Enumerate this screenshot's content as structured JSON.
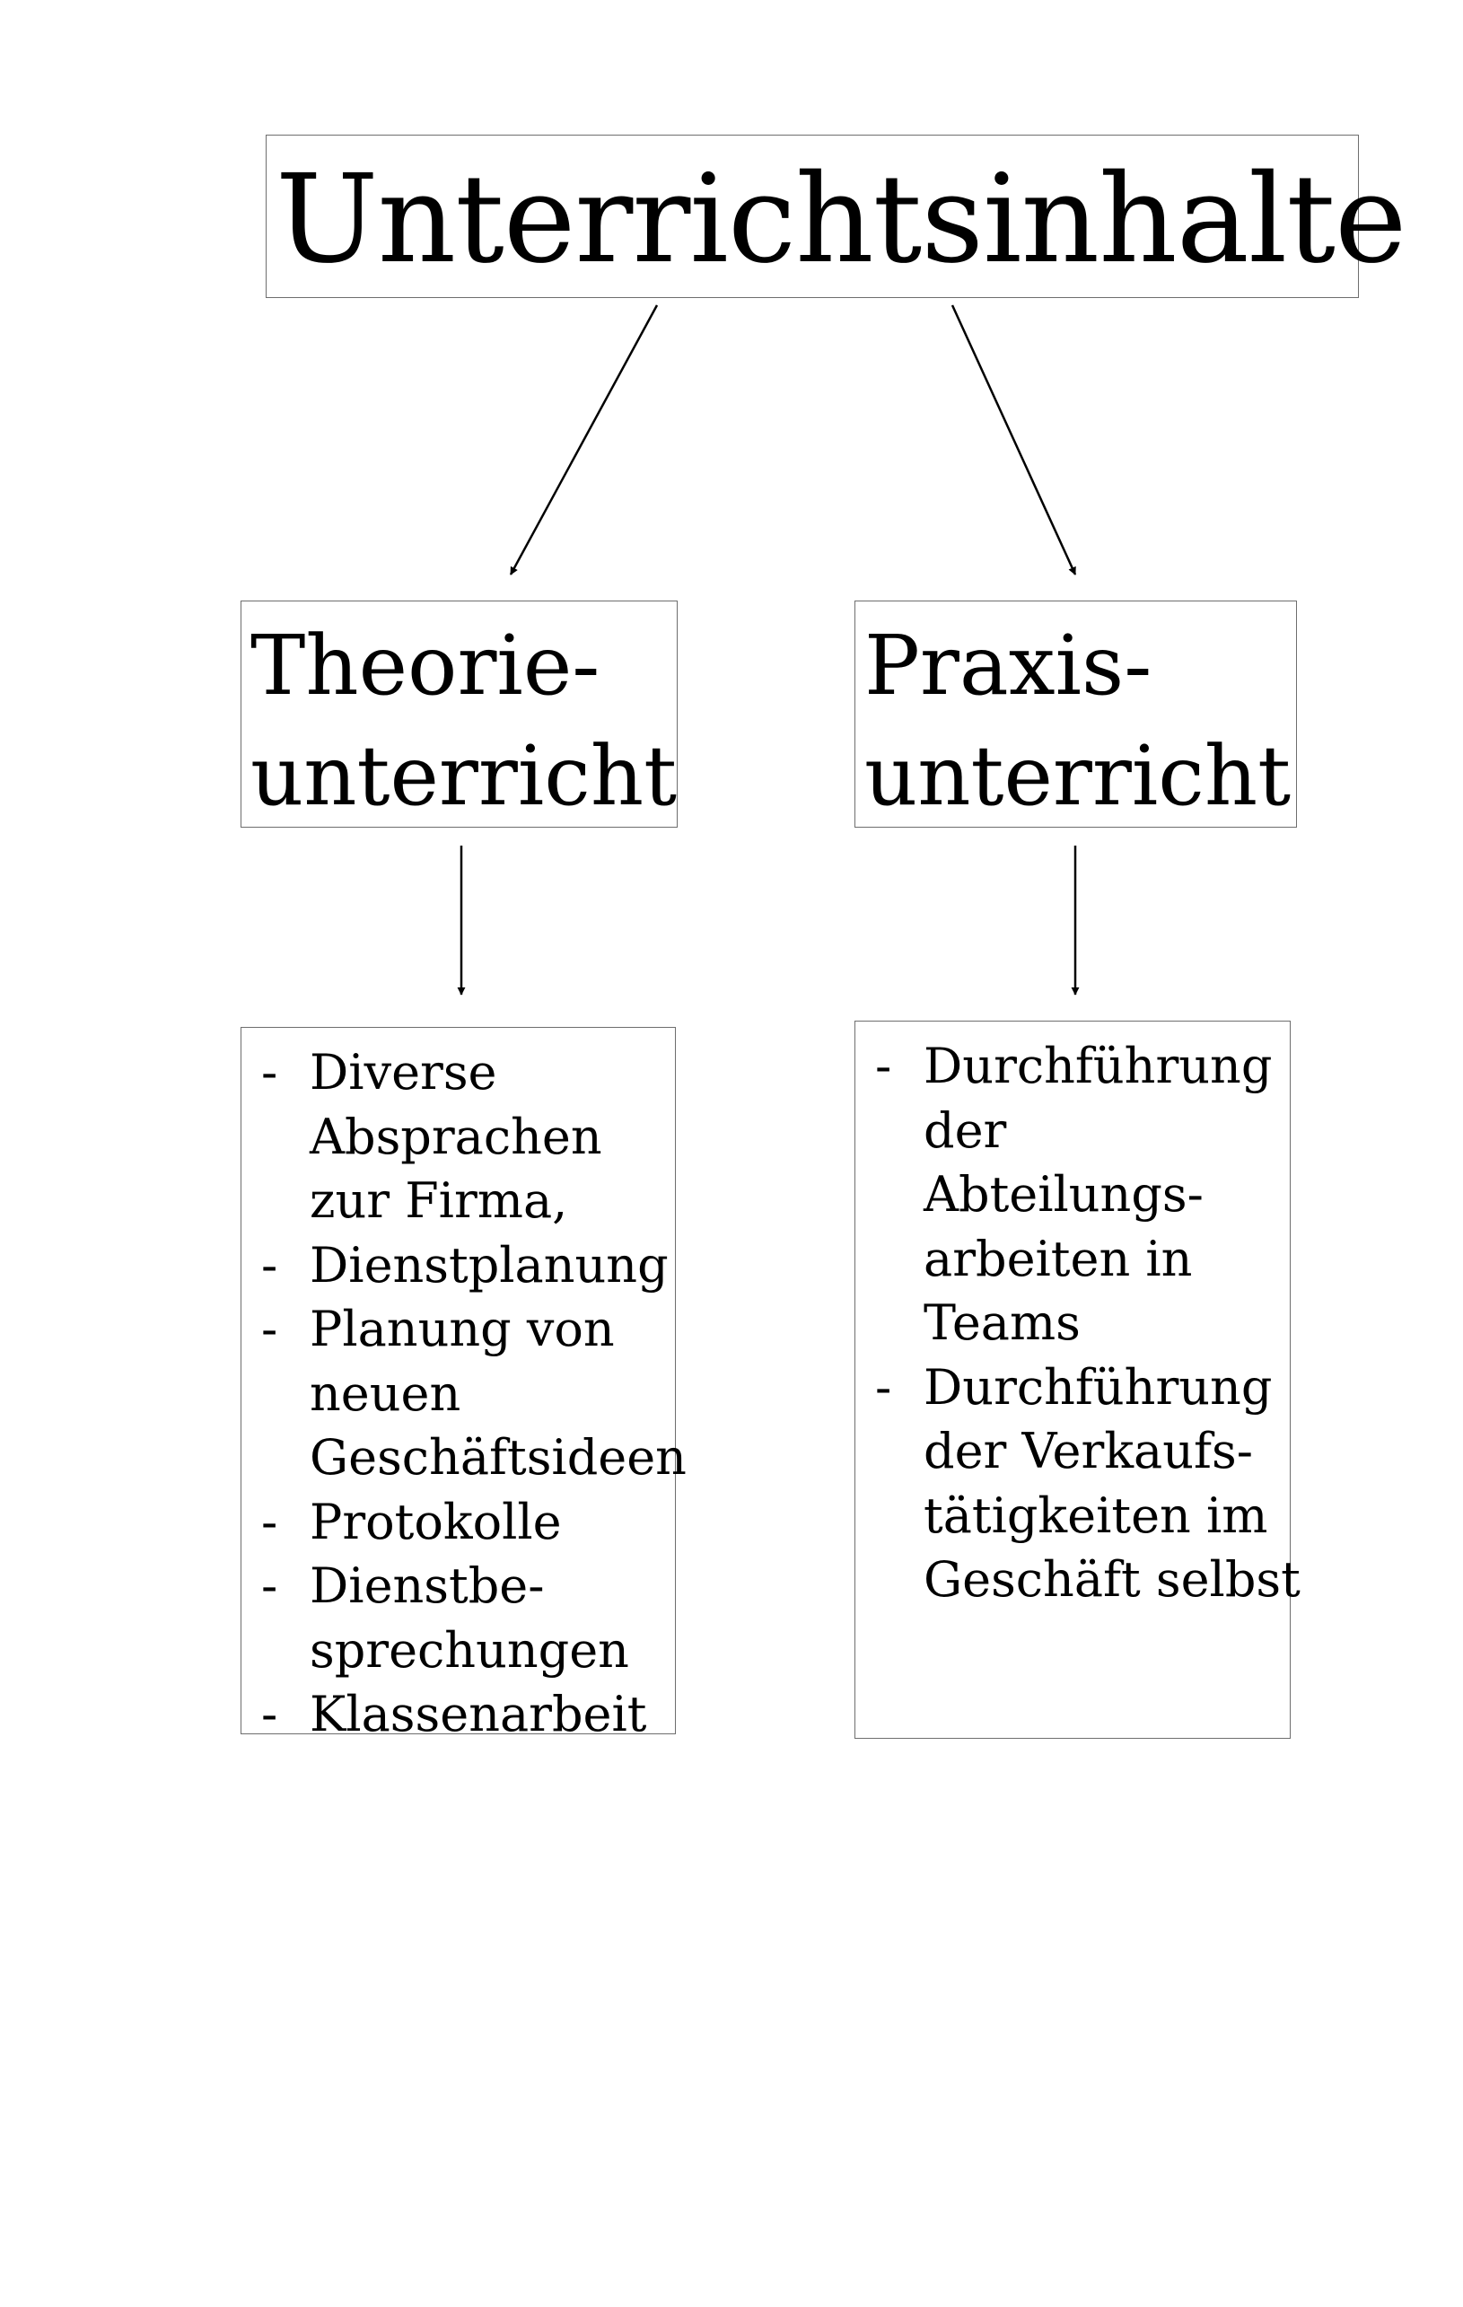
{
  "title": "Unterrichtsinhalte",
  "columns": [
    {
      "heading_lines": [
        "Theorie-",
        "unterricht"
      ],
      "items": [
        {
          "bullet": "-",
          "lines": [
            "Diverse",
            "Absprachen",
            "zur Firma,"
          ]
        },
        {
          "bullet": "-",
          "lines": [
            "Dienstplanung"
          ]
        },
        {
          "bullet": "-",
          "lines": [
            "Planung von",
            "neuen",
            "Geschäftsideen"
          ]
        },
        {
          "bullet": "-",
          "lines": [
            "Protokolle"
          ]
        },
        {
          "bullet": "-",
          "lines": [
            "Dienstbe-",
            "sprechungen"
          ]
        },
        {
          "bullet": "-",
          "lines": [
            "Klassenarbeit"
          ]
        }
      ]
    },
    {
      "heading_lines": [
        "Praxis-",
        "unterricht"
      ],
      "items": [
        {
          "bullet": "-",
          "lines": [
            "Durchführung",
            "der",
            "Abteilungs-",
            "arbeiten in",
            "Teams"
          ]
        },
        {
          "bullet": "-",
          "lines": [
            "Durchführung",
            "der Verkaufs-",
            "tätigkeiten im",
            "Geschäft selbst"
          ]
        }
      ]
    }
  ],
  "colors": {
    "border": "#6e6e6e",
    "text": "#000000",
    "arrow": "#000000"
  }
}
